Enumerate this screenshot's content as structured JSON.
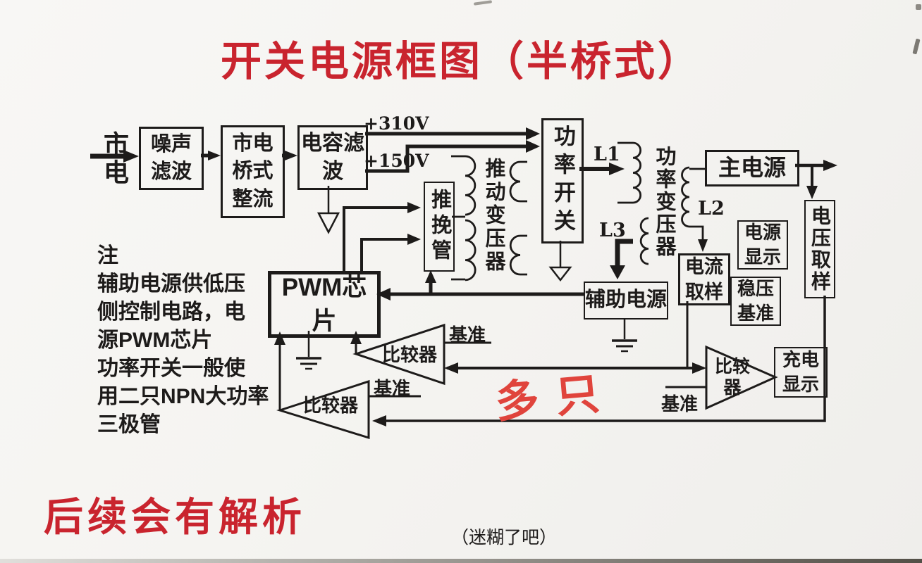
{
  "title": "开关电源框图（半桥式）",
  "diagram": {
    "blocks": {
      "mains": "市电",
      "noise_filter": "噪声滤波",
      "bridge_rectifier": "市电桥式整流",
      "cap_filter": "电容滤波",
      "power_switch": "功率开关",
      "push_pull": "推挽管",
      "drive_transformer": "推动变压器",
      "power_transformer": "功率变压器",
      "main_power": "主电源",
      "aux_power": "辅助电源",
      "current_sample": "电流取样",
      "voltage_sample": "电压取样",
      "power_display": "电源显示",
      "reg_reference": "稳压基准",
      "charge_display": "充电显示",
      "pwm_chip": "PWM芯片",
      "comparator": "比较器",
      "reference": "基准"
    },
    "labels": {
      "v310": "+310V",
      "v150": "+150V",
      "l1": "L1",
      "l2": "L2",
      "l3": "L3"
    },
    "annotations": {
      "duo_zhi": "多只",
      "note_lines": [
        "注",
        "辅助电源供低压",
        "侧控制电路，电",
        "源PWM芯片",
        "功率开关一般使",
        "用二只NPN大功率",
        "三极管"
      ],
      "footer_red": "后续会有解析",
      "footer_black": "（迷糊了吧）"
    },
    "colors": {
      "title_red": "#c9242e",
      "handwriting_red": "#e0443c",
      "ink": "#1d1b1a",
      "paper": "#f5f4f1"
    }
  }
}
